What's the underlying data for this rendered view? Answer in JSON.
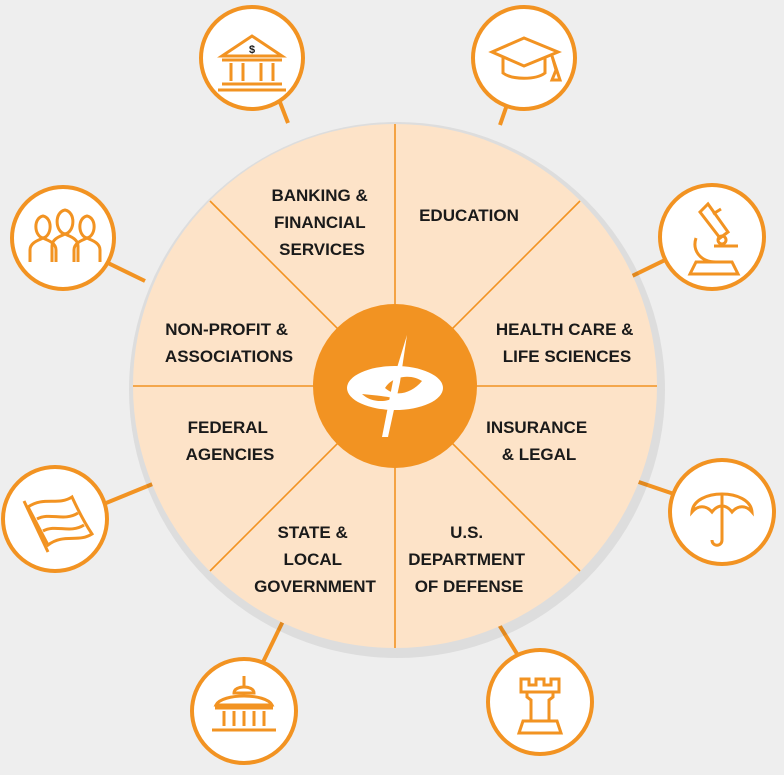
{
  "colors": {
    "background": "#eeeeee",
    "wheel_fill": "#fde3c8",
    "accent": "#f29322",
    "text": "#1a1a1a",
    "icon_fill": "#ffffff"
  },
  "sectors": [
    {
      "id": "banking",
      "lines": [
        "BANKING &",
        "FINANCIAL",
        "SERVICES"
      ],
      "icon": "bank-icon"
    },
    {
      "id": "education",
      "lines": [
        "EDUCATION"
      ],
      "icon": "graduation-cap-icon"
    },
    {
      "id": "health",
      "lines": [
        "HEALTH CARE &",
        "LIFE SCIENCES"
      ],
      "icon": "microscope-icon"
    },
    {
      "id": "insurance",
      "lines": [
        "INSURANCE",
        "& LEGAL"
      ],
      "icon": "umbrella-icon"
    },
    {
      "id": "defense",
      "lines": [
        "U.S.",
        "DEPARTMENT",
        "OF DEFENSE"
      ],
      "icon": "chess-rook-icon"
    },
    {
      "id": "state",
      "lines": [
        "STATE &",
        "LOCAL",
        "GOVERNMENT"
      ],
      "icon": "capitol-building-icon"
    },
    {
      "id": "federal",
      "lines": [
        "FEDERAL",
        "AGENCIES"
      ],
      "icon": "flag-icon"
    },
    {
      "id": "nonprofit",
      "lines": [
        "NON-PROFIT &",
        "ASSOCIATIONS"
      ],
      "icon": "people-group-icon"
    }
  ],
  "center_logo": "logo-icon"
}
